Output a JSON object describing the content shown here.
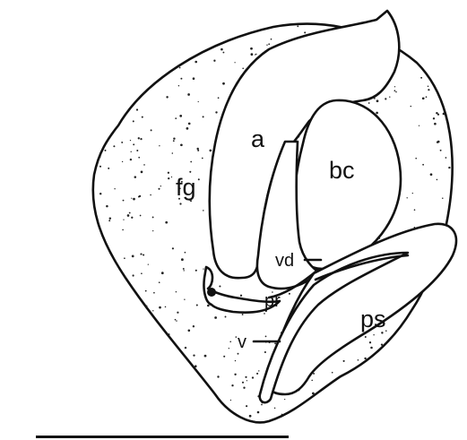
{
  "figure": {
    "labels": {
      "fg": "fg",
      "a": "a",
      "bc": "bc",
      "vd": "vd",
      "pr": "pr",
      "v": "v",
      "ps": "ps"
    }
  },
  "colors": {
    "ink": "#111111",
    "background": "#ffffff",
    "stipple": "#222222"
  }
}
